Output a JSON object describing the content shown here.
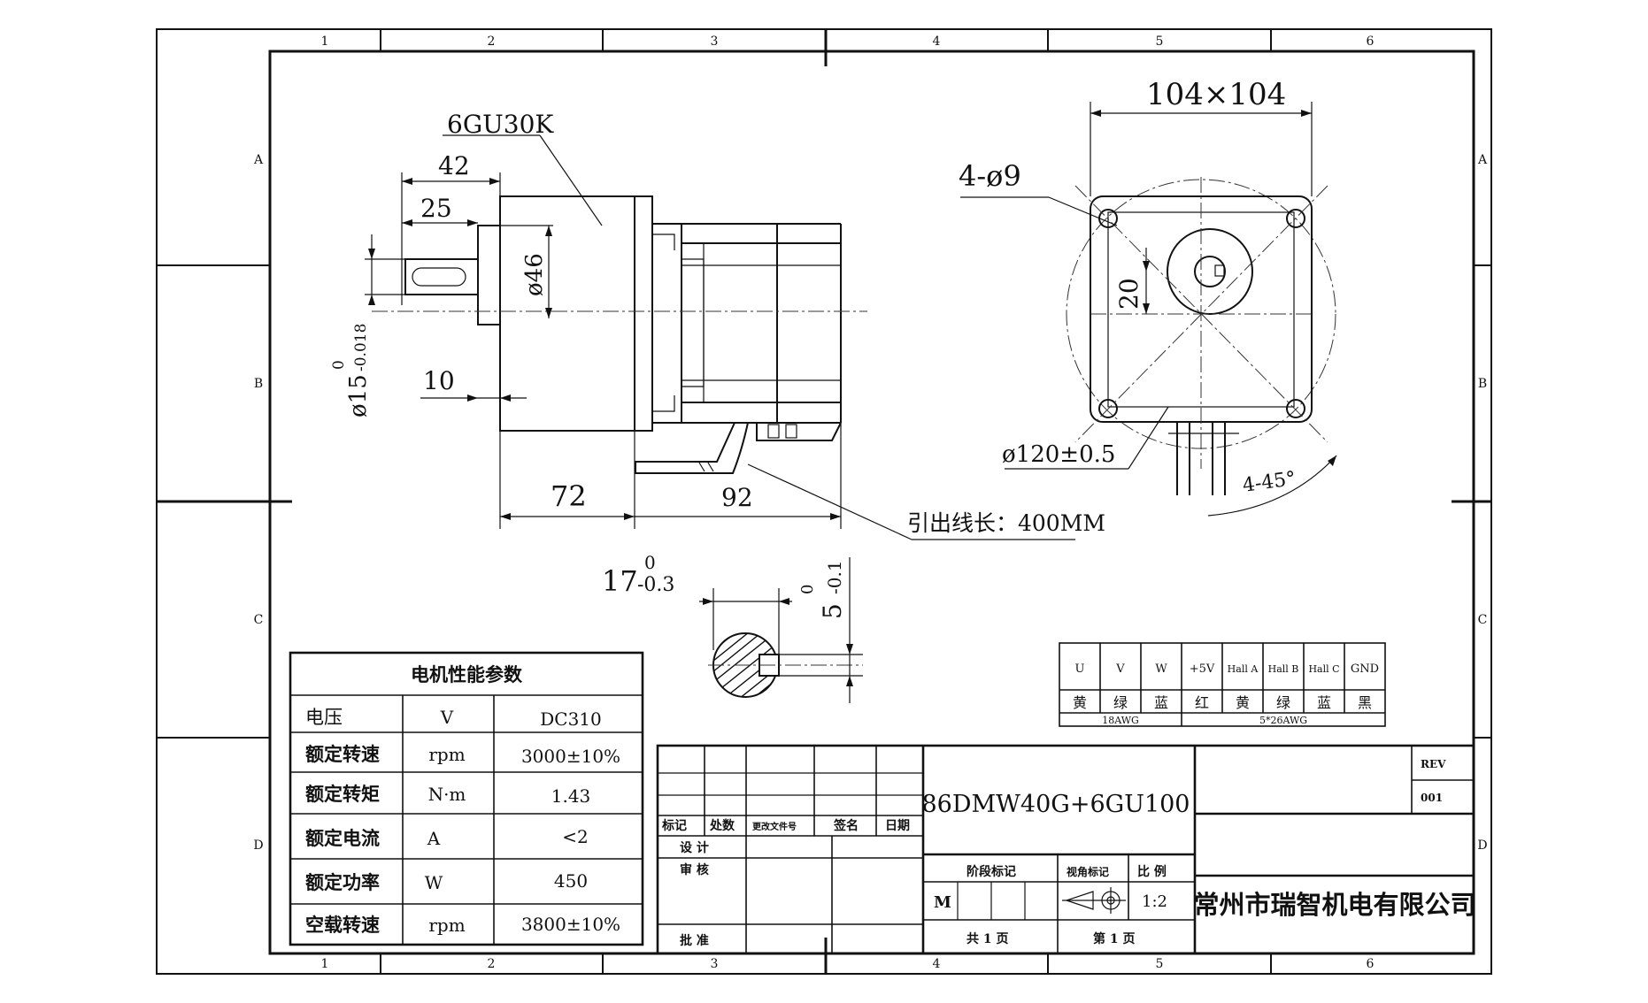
{
  "border": {
    "columns": [
      "1",
      "2",
      "3",
      "4",
      "5",
      "6"
    ],
    "rows": [
      "A",
      "B",
      "C",
      "D"
    ]
  },
  "side_view": {
    "gearbox_label": "6GU30K",
    "dim_42": "42",
    "dim_25": "25",
    "dim_d46": "ø46",
    "dim_shaft_main": "ø15",
    "dim_shaft_tol_upper": "0",
    "dim_shaft_tol_lower": "-0.018",
    "dim_10": "10",
    "dim_72": "72",
    "dim_92": "92",
    "lead_note": "引出线长：400MM"
  },
  "front_view": {
    "dim_square": "104×104",
    "dim_holes": "4-ø9",
    "dim_20": "20",
    "dim_pcd": "ø120±0.5",
    "dim_angle": "4-45°"
  },
  "key_section": {
    "dim_17_main": "17",
    "dim_17_upper": "0",
    "dim_17_lower": "-0.3",
    "dim_5_main": "5",
    "dim_5_upper": "0",
    "dim_5_lower": "-0.1"
  },
  "wiring_table": {
    "headers": [
      "U",
      "V",
      "W",
      "+5V",
      "Hall A",
      "Hall B",
      "Hall C",
      "GND"
    ],
    "colors": [
      "黄",
      "绿",
      "蓝",
      "红",
      "黄",
      "绿",
      "蓝",
      "黑"
    ],
    "gauge_left": "18AWG",
    "gauge_right": "5*26AWG"
  },
  "performance_table": {
    "title": "电机性能参数",
    "rows": [
      {
        "name": "电压",
        "unit": "V",
        "value": "DC310"
      },
      {
        "name": "额定转速",
        "unit": "rpm",
        "value": "3000±10%"
      },
      {
        "name": "额定转矩",
        "unit": "N·m",
        "value": "1.43"
      },
      {
        "name": "额定电流",
        "unit": "A",
        "value": "<2"
      },
      {
        "name": "额定功率",
        "unit": "W",
        "value": "450"
      },
      {
        "name": "空载转速",
        "unit": "rpm",
        "value": "3800±10%"
      }
    ]
  },
  "title_block": {
    "rev_headers": [
      "标记",
      "处数",
      "更改文件号",
      "签名",
      "日期"
    ],
    "design": "设 计",
    "review": "审 核",
    "approve": "批 准",
    "model": "86DMW40G+6GU100",
    "stage_mark": "阶段标记",
    "view_mark": "视角标记",
    "scale_label": "比 例",
    "stage_value": "M",
    "scale_value": "1:2",
    "total_sheets": "共 1 页",
    "sheet_no": "第 1 页",
    "rev_label": "REV",
    "rev_value": "001",
    "company": "常州市瑞智机电有限公司"
  }
}
